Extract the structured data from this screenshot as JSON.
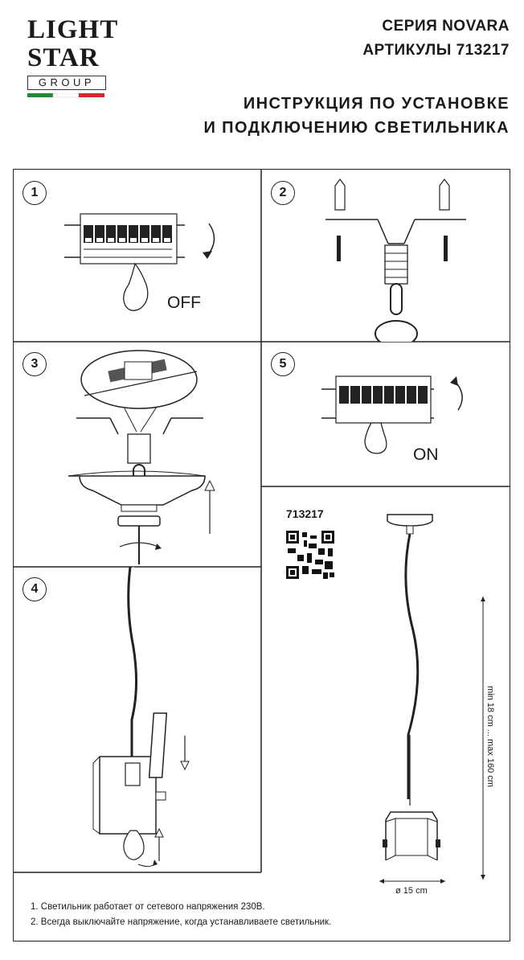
{
  "brand": {
    "line1": "LIGHT",
    "line2": "STAR",
    "line3": "GROUP",
    "flag_colors": [
      "#1f8a3a",
      "#ffffff",
      "#d8262e"
    ]
  },
  "header": {
    "series": "СЕРИЯ NOVARA",
    "article": "АРТИКУЛЫ 713217",
    "title_line1": "ИНСТРУКЦИЯ ПО УСТАНОВКЕ",
    "title_line2": "И ПОДКЛЮЧЕНИЮ СВЕТИЛЬНИКА"
  },
  "steps": [
    {
      "number": "1",
      "caption": "OFF"
    },
    {
      "number": "2"
    },
    {
      "number": "3"
    },
    {
      "number": "5",
      "caption": "ON"
    },
    {
      "number": "4"
    }
  ],
  "product": {
    "article": "713217",
    "height_range": "min 18 cm ... max 160 cm",
    "diameter": "ø 15 cm"
  },
  "notes": [
    "1. Светильник работает от сетевого напряжения 230В.",
    "2. Всегда выключайте напряжение, когда устанавливаете светильник."
  ]
}
